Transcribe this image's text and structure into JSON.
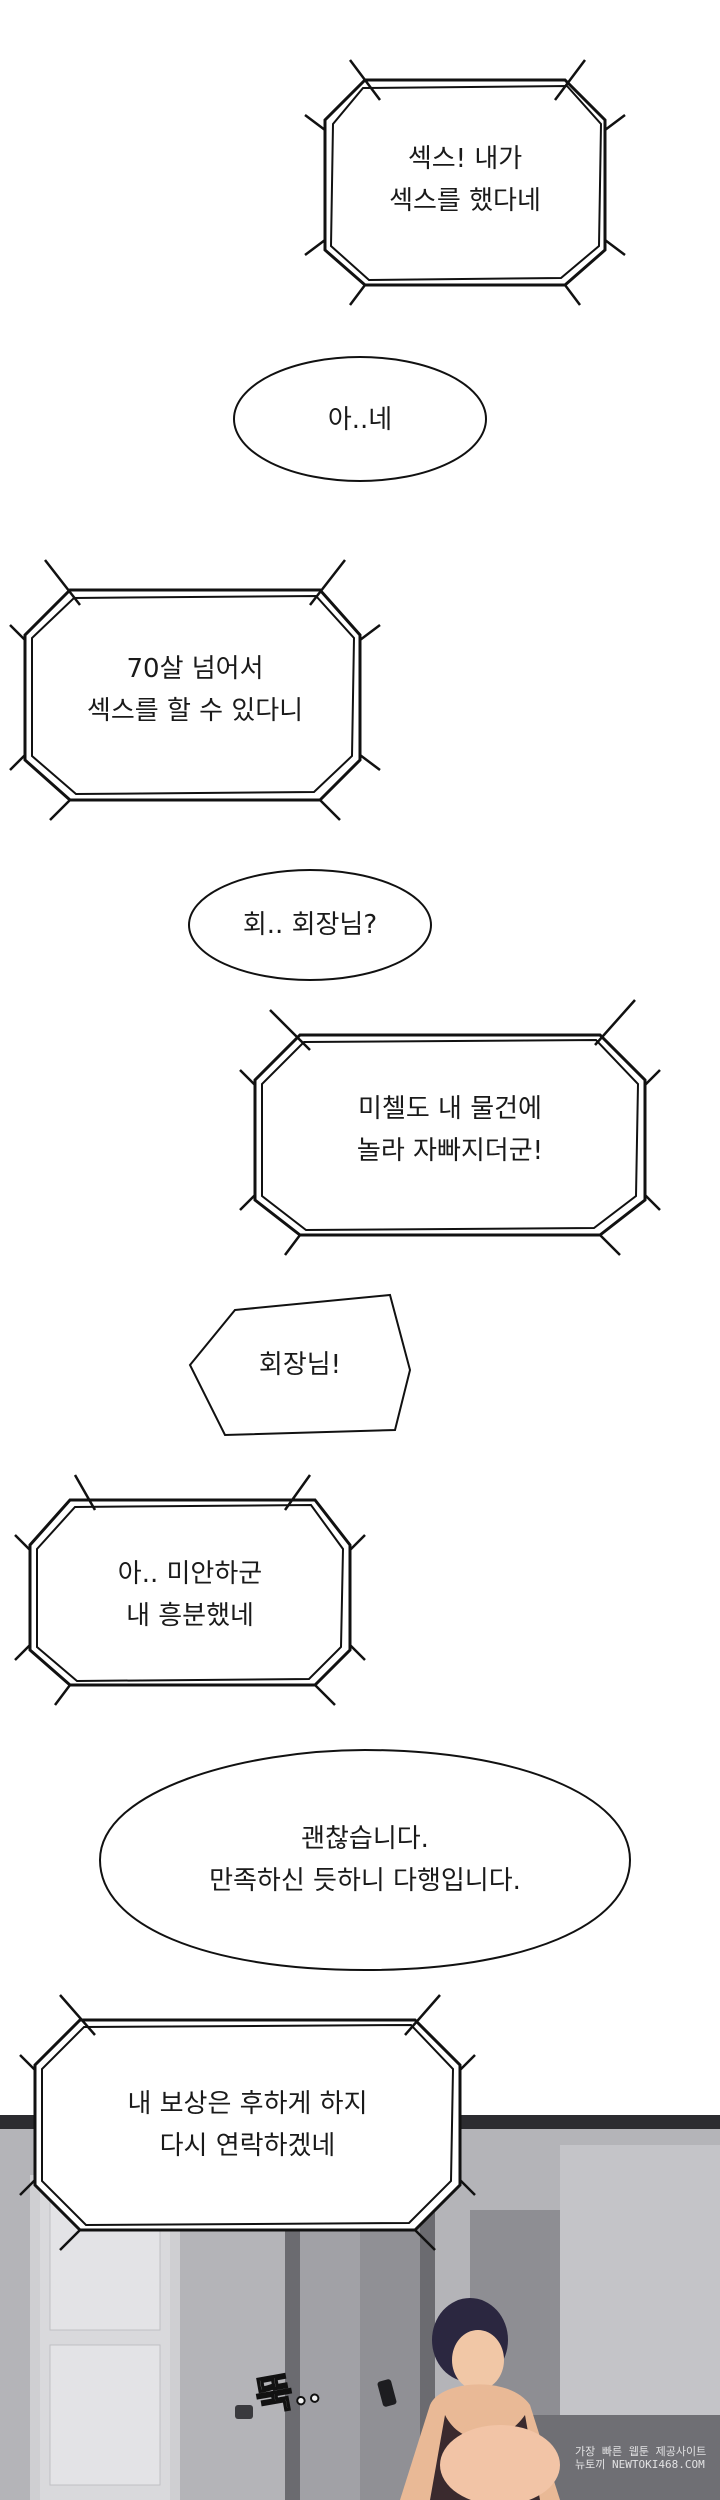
{
  "bubbles": [
    {
      "line1": "섹스! 내가",
      "line2": "섹스를 했다네"
    },
    {
      "line1": "아..네"
    },
    {
      "line1": "70살 넘어서",
      "line2": "섹스를 할 수 있다니"
    },
    {
      "line1": "회.. 회장님?"
    },
    {
      "line1": "미첼도 내 물건에",
      "line2": "놀라 자빠지더군!"
    },
    {
      "line1": "회장님!"
    },
    {
      "line1": "아.. 미안하군",
      "line2": "내 흥분했네"
    },
    {
      "line1": "괜찮습니다.",
      "line2": "만족하신 듯하니 다행입니다."
    },
    {
      "line1": "내 보상은 후하게 하지",
      "line2": "다시 연락하겠네"
    }
  ],
  "sfx": "뚝..",
  "watermark": {
    "line1": "가장 빠른 웹툰 제공사이트",
    "line2": "뉴토끼 NEWTOKI468.COM"
  }
}
